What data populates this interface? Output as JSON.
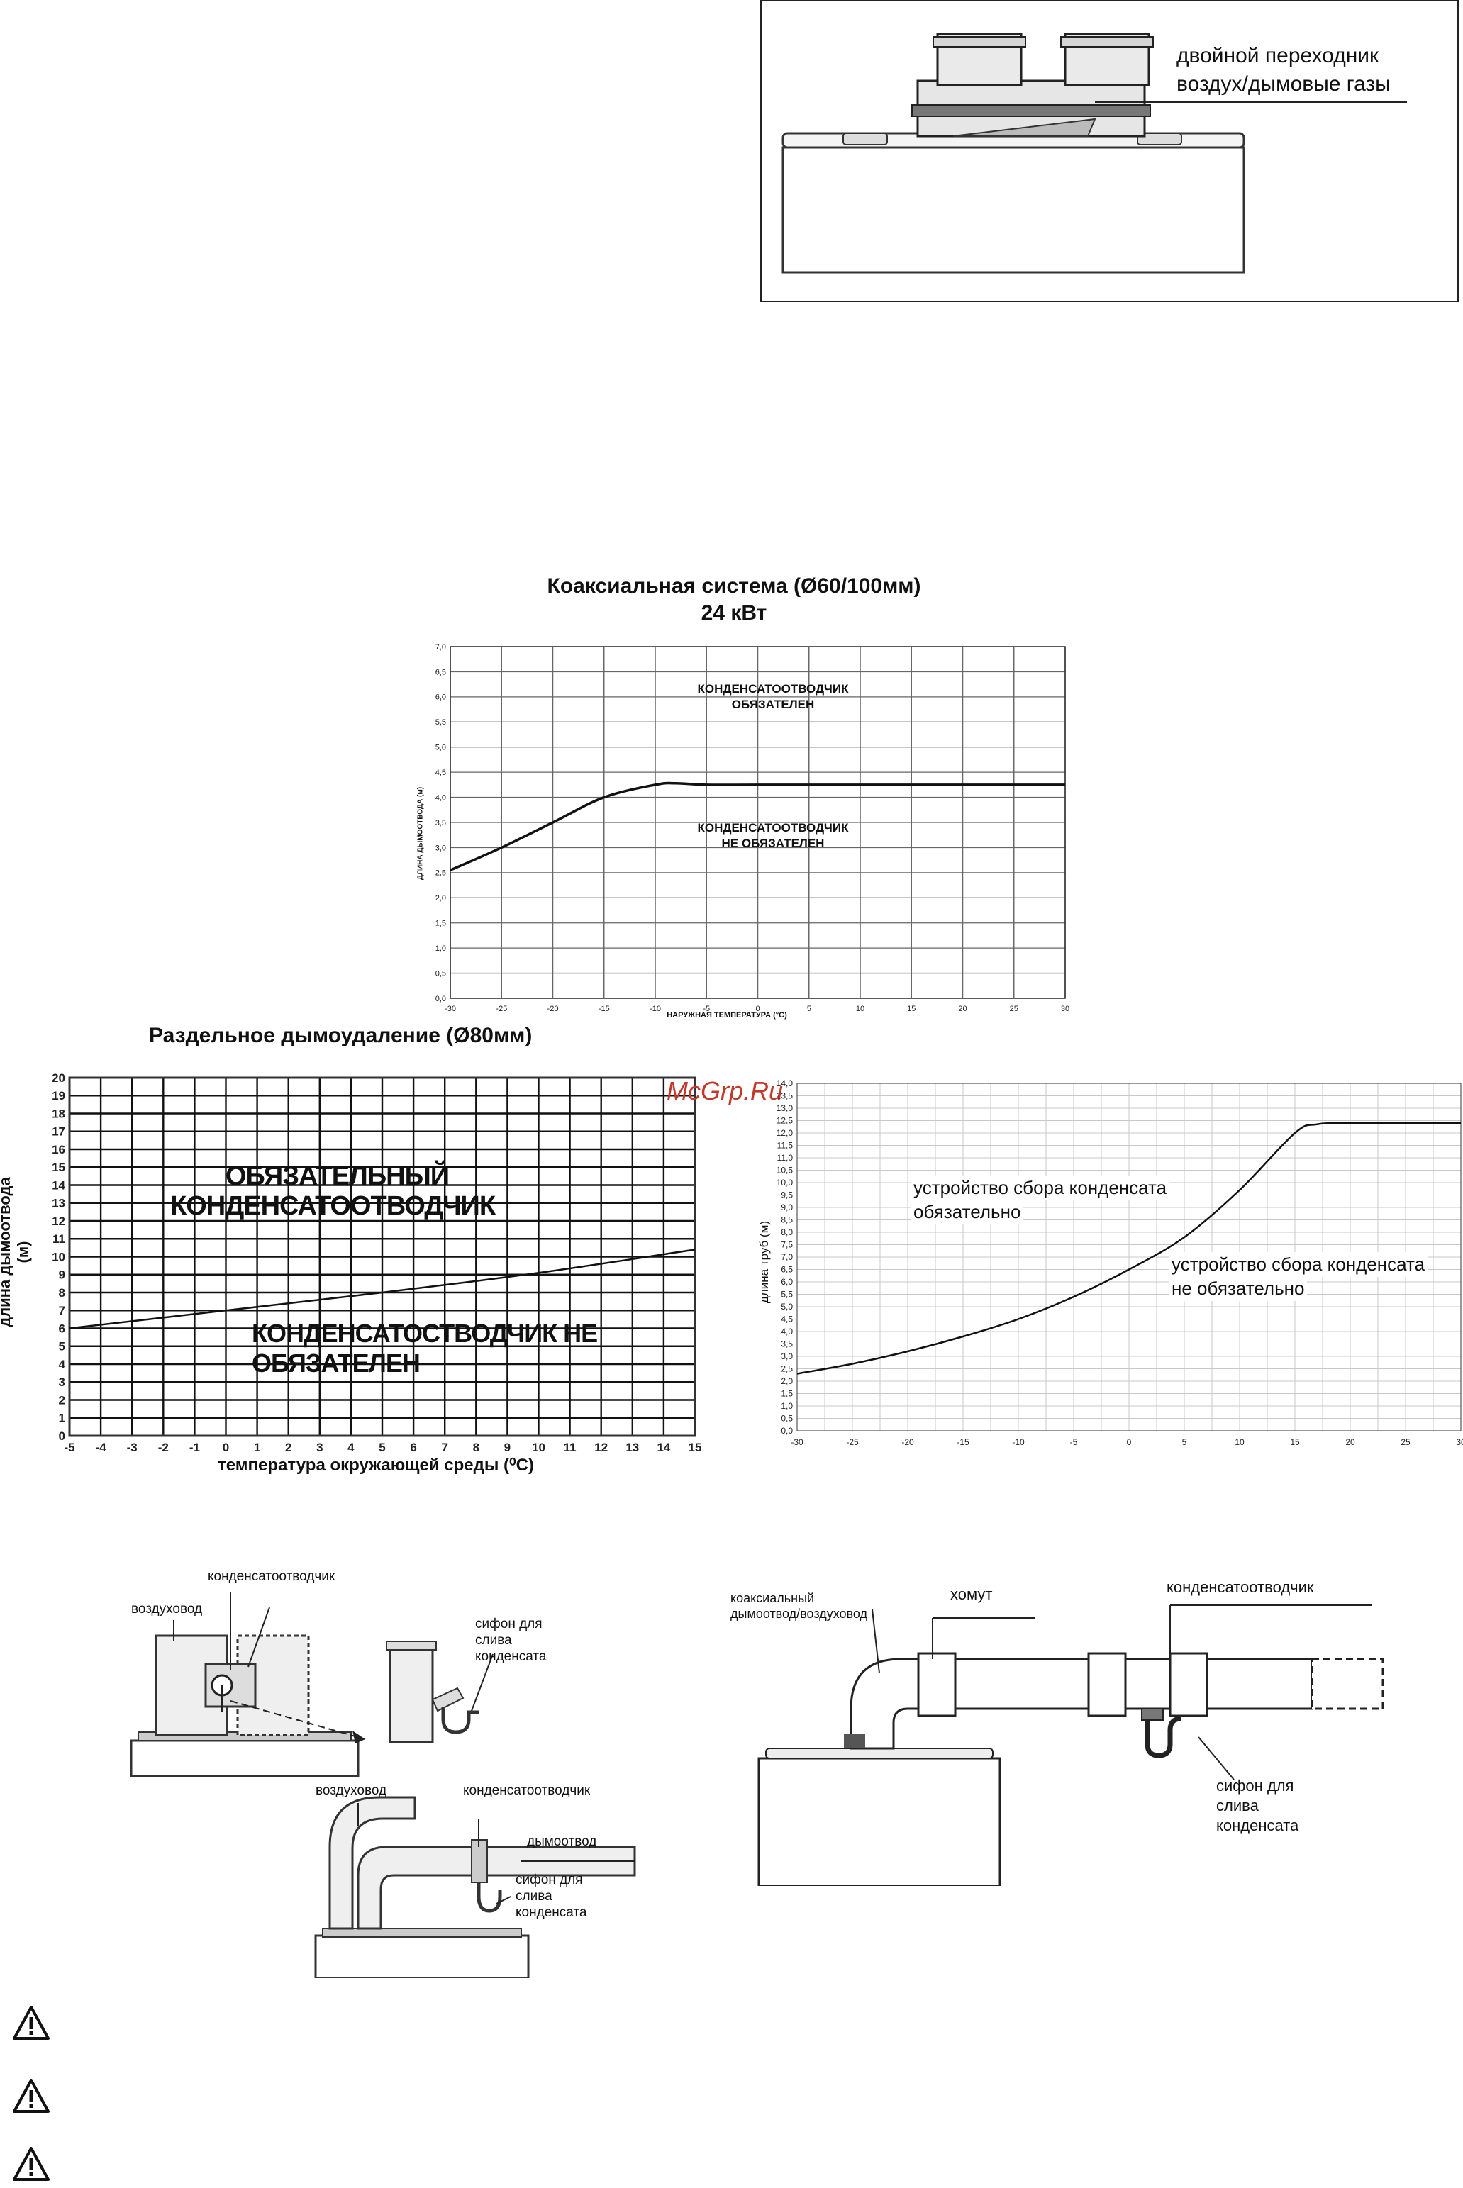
{
  "adapter_figure": {
    "label_line1": "двойной переходник",
    "label_line2": "воздух/дымовые газы"
  },
  "chart_coaxial": {
    "title": "Коаксиальная система (Ø60/100мм)",
    "subtitle": "24 кВт",
    "ylabel": "ДЛИНА ДЫМООТВОДА (м)",
    "xlabel": "НАРУЖНАЯ ТЕМПЕРАТУРА (°С)",
    "region_above_1": "КОНДЕНСАТООТВОДЧИК",
    "region_above_2": "ОБЯЗАТЕЛЕН",
    "region_below_1": "КОНДЕНСАТООТВОДЧИК",
    "region_below_2": "НЕ ОБЯЗАТЕЛЕН"
  },
  "chart_separate": {
    "title": "Раздельное дымоудаление (Ø80мм)",
    "ylabel": "длина дымоотвода (м)",
    "xlabel": "температура окружающей среды (⁰С)",
    "region_above_1": "ОБЯЗАТЕЛЬНЫЙ",
    "region_above_2": "КОНДЕНСАТООТВОДЧИК",
    "region_below_1": "КОНДЕНСАТОСТВОДЧИК НЕ",
    "region_below_2": "ОБЯЗАТЕЛЕН"
  },
  "chart_third": {
    "ylabel": "длина труб (м)",
    "region_above_1": "устройство сбора конденсата",
    "region_above_2": "обязательно",
    "region_below_1": "устройство сбора конденсата",
    "region_below_2": "не обязательно"
  },
  "watermark": "McGrp.Ru",
  "diagram_left": {
    "condensate_trap": "конденсатоотводчик",
    "air_duct": "воздуховод",
    "siphon_1": "сифон для",
    "siphon_2": "слива",
    "siphon_3": "конденсата",
    "air_duct_2": "воздуховод",
    "condensate_trap_2": "конденсатоотводчик",
    "flue": "дымоотвод",
    "siphon2_1": "сифон для",
    "siphon2_2": "слива",
    "siphon2_3": "конденсата"
  },
  "diagram_right": {
    "coaxial_1": "коаксиальный",
    "coaxial_2": "дымоотвод/воздуховод",
    "clamp": "хомут",
    "condensate_trap": "конденсатоотводчик",
    "siphon_1": "сифон для",
    "siphon_2": "слива",
    "siphon_3": "конденсата"
  },
  "chart_data": [
    {
      "type": "line",
      "title": "Коаксиальная система (Ø60/100мм)",
      "subtitle": "24 кВт",
      "xlabel": "НАРУЖНАЯ ТЕМПЕРАТУРА (°С)",
      "ylabel": "ДЛИНА ДЫМООТВОДА (м)",
      "xlim": [
        -30,
        30
      ],
      "ylim": [
        0,
        7
      ],
      "xticks": [
        -30,
        -25,
        -20,
        -15,
        -10,
        -5,
        0,
        5,
        10,
        15,
        20,
        25,
        30
      ],
      "yticks": [
        "0,0",
        "0,5",
        "1,0",
        "1,5",
        "2,0",
        "2,5",
        "3,0",
        "3,5",
        "4,0",
        "4,5",
        "5,0",
        "5,5",
        "6,0",
        "6,5",
        "7,0"
      ],
      "grid": true,
      "series": [
        {
          "x": [
            -30,
            -25,
            -20,
            -15,
            -10,
            -8,
            -5,
            0,
            10,
            20,
            30
          ],
          "y": [
            2.55,
            3.0,
            3.5,
            4.0,
            4.25,
            4.28,
            4.25,
            4.25,
            4.25,
            4.25,
            4.25
          ]
        }
      ]
    },
    {
      "type": "line",
      "title": "Раздельное дымоудаление (Ø80мм)",
      "xlabel": "температура окружающей среды (⁰С)",
      "ylabel": "длина дымоотвода (м)",
      "xlim": [
        -5,
        15
      ],
      "ylim": [
        0,
        20
      ],
      "xticks": [
        -5,
        -4,
        -3,
        -2,
        -1,
        0,
        1,
        2,
        3,
        4,
        5,
        6,
        7,
        8,
        9,
        10,
        11,
        12,
        13,
        14,
        15
      ],
      "yticks": [
        0,
        1,
        2,
        3,
        4,
        5,
        6,
        7,
        8,
        9,
        10,
        11,
        12,
        13,
        14,
        15,
        16,
        17,
        18,
        19,
        20
      ],
      "grid": true,
      "series": [
        {
          "x": [
            -5,
            0,
            5,
            10,
            15
          ],
          "y": [
            6.0,
            7.0,
            8.0,
            9.1,
            10.4
          ]
        }
      ]
    },
    {
      "type": "line",
      "ylabel": "длина труб (м)",
      "xlim": [
        -30,
        30
      ],
      "ylim": [
        0,
        14
      ],
      "xticks": [
        -30,
        -25,
        -20,
        -15,
        -10,
        -5,
        0,
        5,
        10,
        15,
        20,
        25,
        30
      ],
      "yticks": [
        "0,0",
        "0,5",
        "1,0",
        "1,5",
        "2,0",
        "2,5",
        "3,0",
        "3,5",
        "4,0",
        "4,5",
        "5,0",
        "5,5",
        "6,0",
        "6,5",
        "7,0",
        "7,5",
        "8,0",
        "8,5",
        "9,0",
        "9,5",
        "10,0",
        "10,5",
        "11,0",
        "11,5",
        "12,0",
        "12,5",
        "13,0",
        "13,5",
        "14,0"
      ],
      "grid": true,
      "series": [
        {
          "x": [
            -30,
            -25,
            -20,
            -15,
            -10,
            -5,
            0,
            5,
            10,
            15,
            17,
            20,
            25,
            30
          ],
          "y": [
            2.3,
            2.7,
            3.2,
            3.8,
            4.5,
            5.4,
            6.5,
            7.8,
            9.7,
            12.0,
            12.35,
            12.4,
            12.4,
            12.4
          ]
        }
      ]
    }
  ]
}
